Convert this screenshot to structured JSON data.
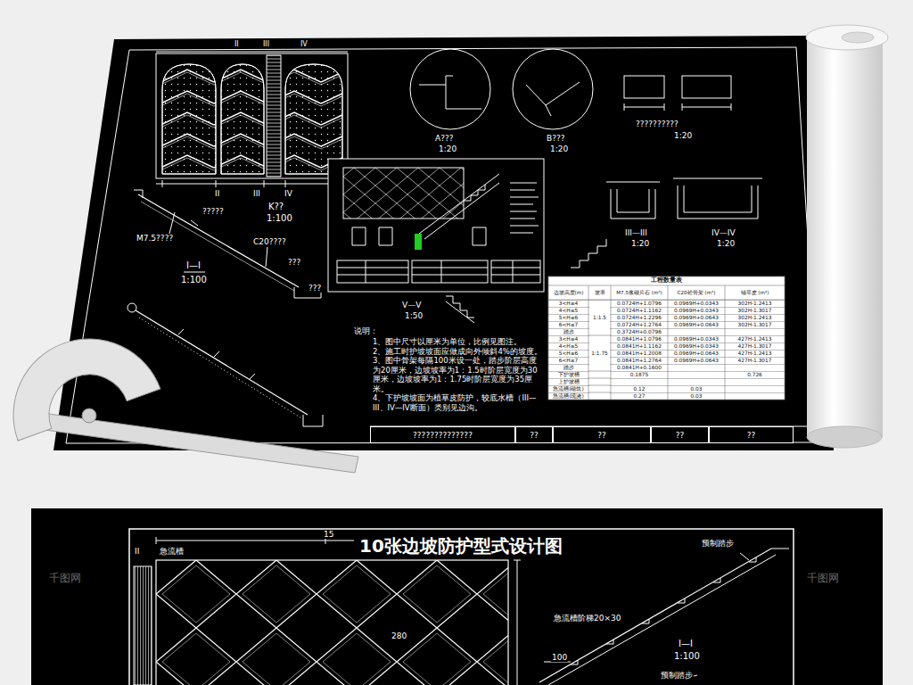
{
  "diagram": {
    "title": "10张边坡防护型式设计图",
    "nodes": [
      {
        "text": [
          "??????????????"
        ]
      },
      {
        "text": [
          "??"
        ]
      },
      {
        "text": [
          "??"
        ]
      },
      {
        "text": [
          "??"
        ]
      },
      {
        "text": [
          "??"
        ]
      }
    ],
    "labels": [
      "II",
      "III",
      "IV",
      "II",
      "III",
      "IV",
      "K??",
      "1:100",
      "A???",
      "1:20",
      "B???",
      "1:20",
      "??????????",
      "1:20",
      "?????",
      "M7.5????",
      "C20????",
      "???",
      "I—I",
      "1:100",
      "???",
      "III—III",
      "1:20",
      "IV—IV",
      "1:20",
      "V—V",
      "1:50",
      "说明：",
      "1、图中尺寸以厘米为单位，比例见图注。",
      "2、施工时护坡坡面应做成向外倾斜4%的坡度。",
      "3、图中骨架每隔100米设一处，踏步阶层高度为20厘米，边坡坡率为1：1.5时阶层宽度为30厘米，边坡坡率为1：1.75时阶层宽度为35厘米。",
      "4、下护坡坡面为植草皮防护，较底水槽（III—III、IV—IV断面）类别见边沟。",
      "工程数量表",
      "边坡高度(m)",
      "坡率",
      "M7.5浆砌片石 (m³)",
      "C20砼骨架 (m³)",
      "铺草皮 (m²)",
      "3<H≤4",
      "0.0724H+1.0796",
      "0.0969H+0.0343",
      "302H-1.2413",
      "4<H≤5",
      "0.0724H+1.1162",
      "0.0969H+0.0343",
      "302H-1.3017",
      "5<H≤6",
      "0.0724H+1.2296",
      "0.0969H+0.0643",
      "302H-1.2413",
      "6<H≤7",
      "0.0724H+1.2764",
      "0.0969H+0.0643",
      "302H-1.3017",
      "踏步",
      "0.3724H+0.0796",
      "3<H≤4",
      "0.0841H+1.0796",
      "0.0969H+0.0343",
      "427H-1.2413",
      "4<H≤5",
      "0.0841H+1.1162",
      "0.0969H+0.0343",
      "427H-1.3017",
      "5<H≤6",
      "0.0841H+1.2008",
      "0.0969H+0.0643",
      "427H-1.2413",
      "6<H≤7",
      "0.0841H+1.2764",
      "0.0969H+0.0643",
      "427H-1.3017",
      "踏步",
      "0.0841H+0.1600",
      "下护坡槽",
      "0.1875",
      "0.726",
      "上护坡槽",
      "急流槽(砌筑)",
      "0.12",
      "0.03",
      "急流槽(现浇)",
      "0.27",
      "0.03",
      "1:1.5",
      "1:1.75",
      "II",
      "急流槽",
      "15",
      "280",
      "预制踏步",
      "急流槽阶梯20×30",
      "I—I",
      "1:100",
      "100",
      "预制踏步",
      "千图网",
      "千图网"
    ]
  }
}
